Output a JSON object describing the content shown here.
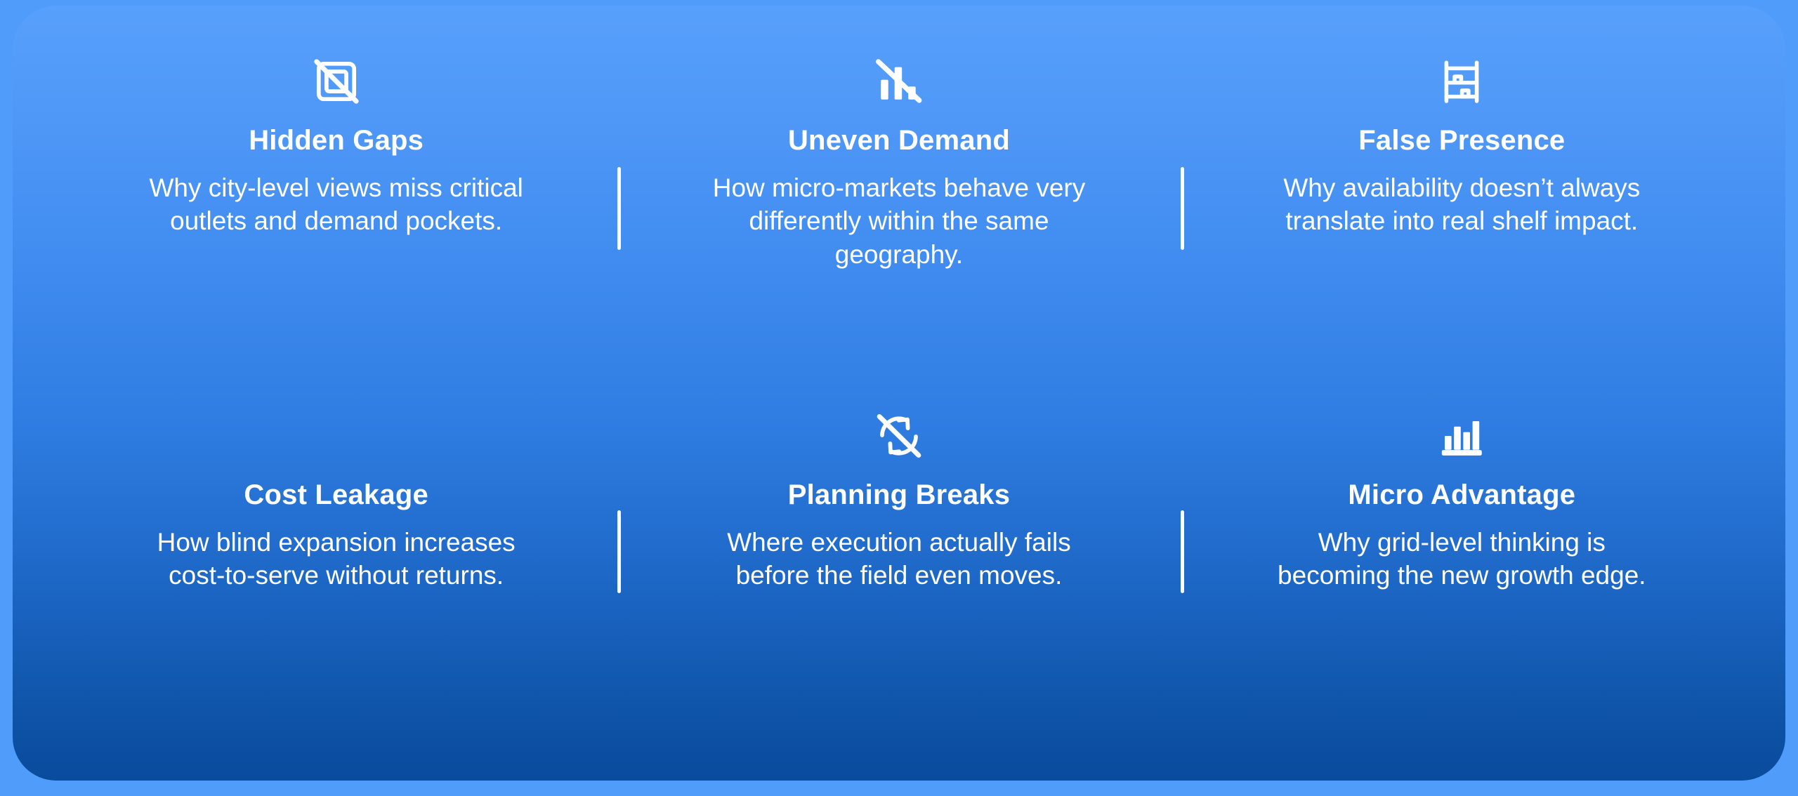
{
  "theme": {
    "page_background": "#4f9cfb",
    "card_gradient_top": "#57a0fb",
    "card_gradient_bottom": "#094b9c",
    "text_color": "#ffffff",
    "divider_color": "#ffffff"
  },
  "card": {
    "columns": 3,
    "rows": 2
  },
  "items": [
    {
      "icon": "grid-off-icon",
      "title": "Hidden Gaps",
      "description": "Why city-level views miss critical outlets and demand pockets."
    },
    {
      "icon": "bar-chart-off-icon",
      "title": "Uneven Demand",
      "description": "How micro-markets behave very differently within the same geography."
    },
    {
      "icon": "shelf-rack-icon",
      "title": "False Presence",
      "description": "Why availability doesn’t always translate into real shelf impact."
    },
    {
      "icon": "none",
      "title": "Cost Leakage",
      "description": "How blind expansion increases cost-to-serve without returns."
    },
    {
      "icon": "refresh-off-icon",
      "title": "Planning Breaks",
      "description": "Where execution actually fails before the field even moves."
    },
    {
      "icon": "bar-chart-icon",
      "title": "Micro Advantage",
      "description": "Why grid-level thinking is becoming the new growth edge."
    }
  ]
}
